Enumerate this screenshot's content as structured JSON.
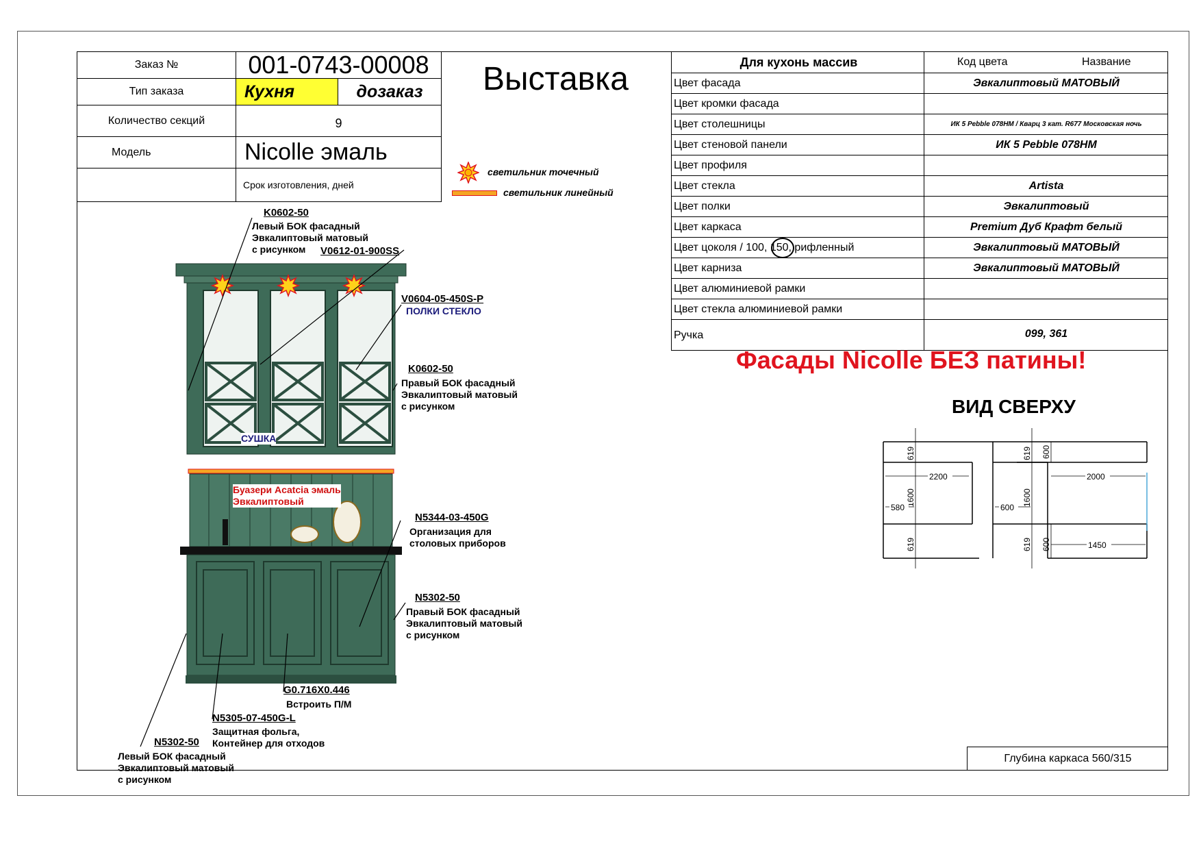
{
  "header": {
    "order_label": "Заказ №",
    "order_number": "001-0743-00008",
    "order_type_label": "Тип заказа",
    "order_type": "Кухня",
    "order_extra": "дозаказ",
    "sections_label": "Количество секций",
    "sections": "9",
    "model_label": "Модель",
    "model": "Nicolle эмаль",
    "lead_time_label": "Срок изготовления, дней"
  },
  "title": "Выставка",
  "legend": {
    "spot": "светильник точечный",
    "linear": "светильник линейный"
  },
  "spec_table": {
    "header": "Для кухонь массив",
    "col_code": "Код цвета",
    "col_name": "Название",
    "rows": [
      {
        "label": "Цвет фасада",
        "value": "Эвкалиптовый МАТОВЫЙ"
      },
      {
        "label": "Цвет кромки фасада",
        "value": ""
      },
      {
        "label": "Цвет столешницы",
        "value": "ИК 5 Pebble 078HM / Кварц 3 кат. R677 Московская ночь"
      },
      {
        "label": "Цвет стеновой панели",
        "value": "ИК 5 Pebble 078HM"
      },
      {
        "label": "Цвет профиля",
        "value": ""
      },
      {
        "label": "Цвет стекла",
        "value": "Artista"
      },
      {
        "label": "Цвет полки",
        "value": "Эвкалиптовый"
      },
      {
        "label": "Цвет каркаса",
        "value": "Premium Дуб Крафт белый"
      },
      {
        "label": "Цвет цоколя / 100, 150, рифленный",
        "value": "Эвкалиптовый МАТОВЫЙ"
      },
      {
        "label": "Цвет карниза",
        "value": "Эвкалиптовый МАТОВЫЙ"
      },
      {
        "label": "Цвет алюминиевой рамки",
        "value": ""
      },
      {
        "label": "Цвет стекла алюминиевой рамки",
        "value": ""
      },
      {
        "label": "Ручка",
        "value": "099, 361"
      }
    ]
  },
  "warning": "Фасады Nicolle БЕЗ патины!",
  "top_view": {
    "title": "ВИД СВЕРХУ",
    "dims": [
      "619",
      "2200",
      "1600",
      "580",
      "619",
      "619",
      "600",
      "2000",
      "1600",
      "600",
      "619",
      "600",
      "1450"
    ]
  },
  "depth_note": "Глубина каркаса 560/315",
  "annotations": {
    "a1_code": "K0602-50",
    "a1_text": [
      "Левый БОК фасадный",
      "Эвкалиптовый матовый",
      "с рисунком"
    ],
    "a2_code": "V0612-01-900SS",
    "a3_code": "V0604-05-450S-P",
    "a3_text": "ПОЛКИ СТЕКЛО",
    "a4_code": "K0602-50",
    "a4_text": [
      "Правый БОК фасадный",
      "Эвкалиптовый матовый",
      "с рисунком"
    ],
    "a5_text": "СУШКА",
    "a6_text": [
      "Буазери Acatcia эмаль",
      "Эвкалиптовый"
    ],
    "a7_code": "N5344-03-450G",
    "a7_text": [
      "Организация для",
      "столовых приборов"
    ],
    "a8_code": "N5302-50",
    "a8_text": [
      "Правый БОК фасадный",
      "Эвкалиптовый матовый",
      "с рисунком"
    ],
    "a9_code": "G0.716X0.446",
    "a9_text": "Встроить П/М",
    "a10_code": "N5305-07-450G-L",
    "a10_text": [
      "Защитная фольга,",
      "Контейнер для отходов"
    ],
    "a11_code": "N5302-50",
    "a11_text": [
      "Левый БОК фасадный",
      "Эвкалиптовый матовый",
      "с рисунком"
    ]
  },
  "colors": {
    "cabinet": "#3e6b58",
    "cabinet_dark": "#2c4f40",
    "highlight": "#ffff33",
    "warning": "#e0141e",
    "linear_light": "#f5a623"
  }
}
